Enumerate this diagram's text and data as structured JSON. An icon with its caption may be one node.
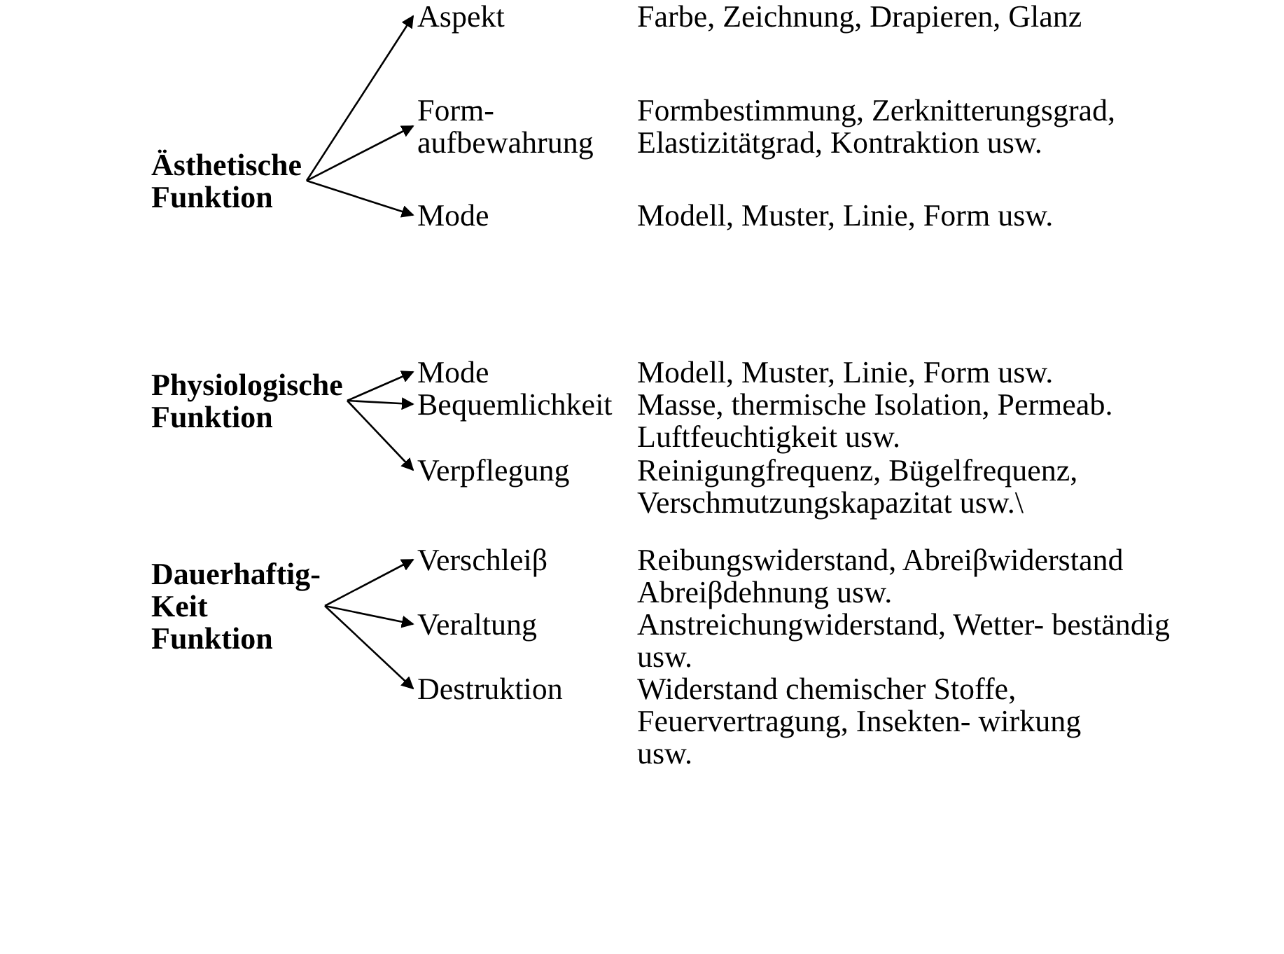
{
  "diagram": {
    "nodes": [
      {
        "text": [
          "Ästhetische Funktion"
        ]
      },
      {
        "text": [
          "Aspekt"
        ]
      },
      {
        "text": [
          "Form- aufbewahrung"
        ]
      },
      {
        "text": [
          "Mode"
        ]
      },
      {
        "text": [
          "Physiologische Funktion"
        ]
      },
      {
        "text": [
          "Mode"
        ]
      },
      {
        "text": [
          "Bequemlichkeit"
        ]
      },
      {
        "text": [
          "Verpflegung"
        ]
      },
      {
        "text": [
          "Dauerhaftig- Keit Funktion"
        ]
      },
      {
        "text": [
          "Verschleiβ"
        ]
      },
      {
        "text": [
          "Veraltung"
        ]
      },
      {
        "text": [
          "Destruktion"
        ]
      }
    ],
    "edges": [
      {
        "from": 0,
        "to": 1,
        "arrow": "to"
      },
      {
        "from": 0,
        "to": 2,
        "arrow": "to"
      },
      {
        "from": 0,
        "to": 3,
        "arrow": "to"
      },
      {
        "from": 4,
        "to": 5,
        "arrow": "to"
      },
      {
        "from": 4,
        "to": 6,
        "arrow": "to"
      },
      {
        "from": 4,
        "to": 7,
        "arrow": "to"
      },
      {
        "from": 8,
        "to": 9,
        "arrow": "to"
      },
      {
        "from": 8,
        "to": 10,
        "arrow": "to"
      },
      {
        "from": 8,
        "to": 11,
        "arrow": "to"
      }
    ],
    "labels": [
      "Farbe, Zeichnung, Drapieren, Glanz",
      "Formbestimmung, Zerknitterungsgrad, Elastizitätgrad, Kontraktion usw.",
      "Modell, Muster, Linie, Form usw.",
      "Modell, Muster, Linie, Form usw.",
      "Masse, thermische Isolation, Permeab. Luftfeuchtigkeit usw.",
      "Reinigungfrequenz, Bügelfrequenz, Verschmutzungskapazitat usw.\\",
      "Reibungswiderstand, Abreiβwiderstand Abreiβdehnung usw.",
      "Anstreichungwiderstand, Wetter- beständig usw.",
      "Widerstand chemischer Stoffe, Feuervertragung, Insekten- wirkung usw."
    ]
  }
}
